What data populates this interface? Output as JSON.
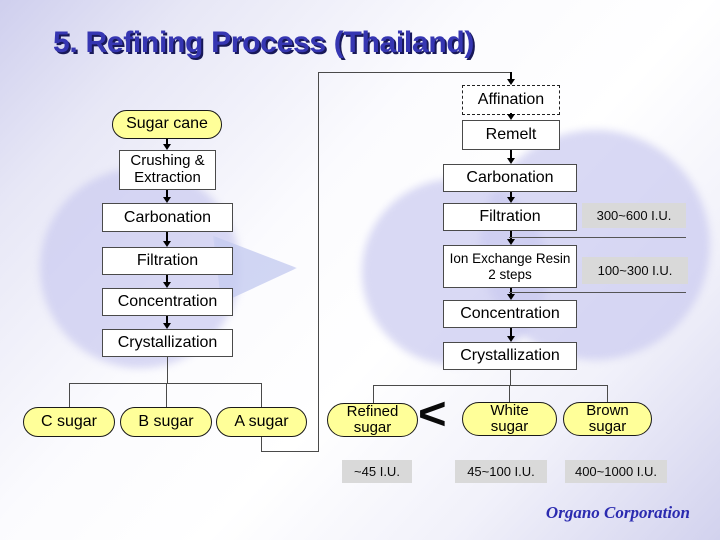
{
  "slide": {
    "title": "5. Refining Process (Thailand)",
    "credit": "Organo Corporation",
    "comparator": "<"
  },
  "left_flow": {
    "source": "Sugar cane",
    "steps": [
      {
        "label": "Crushing & Extraction",
        "lines": [
          "Crushing &",
          "Extraction"
        ]
      },
      {
        "label": "Carbonation"
      },
      {
        "label": "Filtration"
      },
      {
        "label": "Concentration"
      },
      {
        "label": "Crystallization"
      }
    ],
    "products": [
      {
        "label": "C sugar"
      },
      {
        "label": "B sugar"
      },
      {
        "label": "A sugar"
      }
    ]
  },
  "right_flow": {
    "steps": [
      {
        "label": "Affination"
      },
      {
        "label": "Remelt"
      },
      {
        "label": "Carbonation"
      },
      {
        "label": "Filtration"
      },
      {
        "label": "Ion Exchange Resin 2 steps",
        "lines": [
          "Ion Exchange Resin",
          "2 steps"
        ]
      },
      {
        "label": "Concentration"
      },
      {
        "label": "Crystallization"
      }
    ],
    "side_annotations": [
      {
        "label": "300~600 I.U."
      },
      {
        "label": "100~300 I.U."
      }
    ],
    "products": [
      {
        "label": "Refined sugar",
        "lines": [
          "Refined",
          "sugar"
        ],
        "iu": "~45 I.U."
      },
      {
        "label": "White sugar",
        "lines": [
          "White",
          "sugar"
        ],
        "iu": "45~100 I.U."
      },
      {
        "label": "Brown sugar",
        "lines": [
          "Brown",
          "sugar"
        ],
        "iu": "400~1000 I.U."
      }
    ]
  },
  "colors": {
    "title_text": "#3636b2",
    "node_fill": "#ffffff",
    "node_border": "#4a4a4a",
    "oval_fill": "#ffff99",
    "annotation_bg": "#d9d9d9",
    "credit_text": "#2b2bb0",
    "background_accent": "#d2d2ee"
  }
}
